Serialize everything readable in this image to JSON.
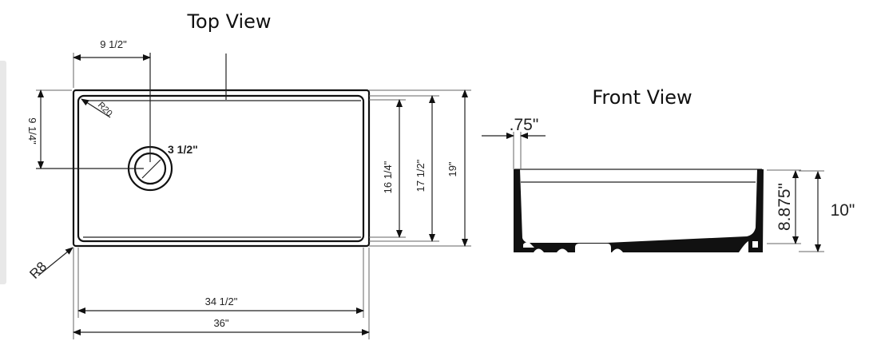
{
  "top_view": {
    "title": "Top View",
    "dims": {
      "drain_from_left": "9 1/2\"",
      "drain_from_top": "9 1/4\"",
      "corner_radius_inner": "R20",
      "corner_radius_outer": "R8",
      "drain_diameter": "3 1/2\"",
      "inner_depth": "16 1/4\"",
      "bowl_depth": "17 1/2\"",
      "overall_depth": "19\"",
      "inner_width": "34 1/2\"",
      "overall_width": "36\""
    }
  },
  "front_view": {
    "title": "Front View",
    "dims": {
      "wall_thickness": ".75\"",
      "inner_height": "8.875\"",
      "overall_height": "10\""
    }
  }
}
